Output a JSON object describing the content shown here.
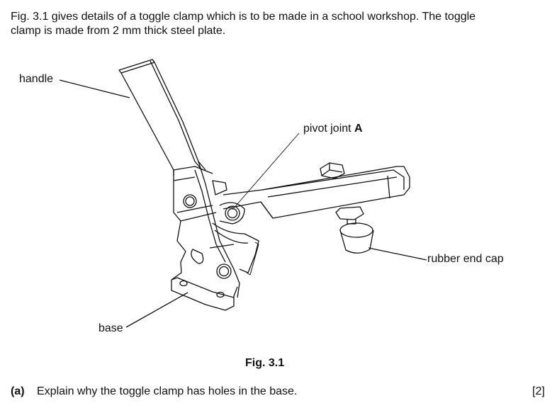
{
  "intro": {
    "line1": "Fig. 3.1 gives details of a toggle clamp which is to be made in a school workshop. The toggle",
    "line2": "clamp is made from 2 mm thick steel plate."
  },
  "figure": {
    "labels": {
      "handle": "handle",
      "pivot_joint": "pivot joint",
      "pivot_joint_letter": "A",
      "rubber_end_cap": "rubber end cap",
      "base": "base"
    },
    "caption": "Fig. 3.1"
  },
  "question": {
    "part": "(a)",
    "text": "Explain why the toggle clamp has holes in the base.",
    "marks": "[2]"
  }
}
